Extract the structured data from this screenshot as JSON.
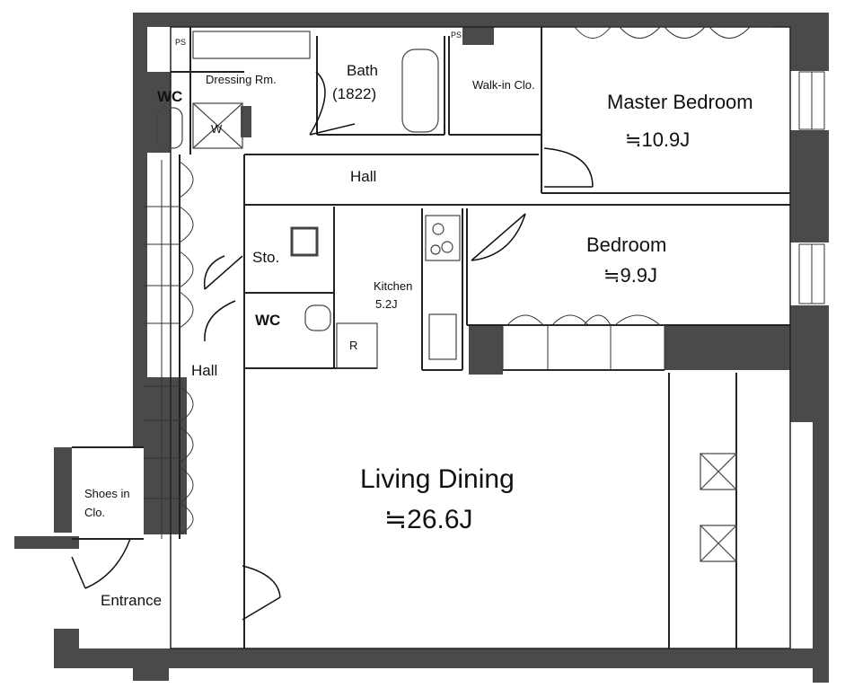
{
  "rooms": {
    "master_bedroom": {
      "name": "Master Bedroom",
      "area": "≒10.9J"
    },
    "bedroom": {
      "name": "Bedroom",
      "area": "≒9.9J"
    },
    "living_dining": {
      "name": "Living Dining",
      "area": "≒26.6J"
    },
    "kitchen": {
      "name": "Kitchen",
      "area": "5.2J"
    },
    "bath": {
      "name": "Bath",
      "size": "(1822)"
    },
    "dressing": {
      "name": "Dressing Rm."
    },
    "walk_in": {
      "name": "Walk-in Clo."
    },
    "wc_top": {
      "name": "WC"
    },
    "wc_mid": {
      "name": "WC"
    },
    "washer": {
      "name": "W"
    },
    "storage": {
      "name": "Sto."
    },
    "fridge": {
      "name": "R"
    },
    "hall_top": {
      "name": "Hall"
    },
    "hall_left": {
      "name": "Hall"
    },
    "shoes": {
      "name": "Shoes in",
      "name2": "Clo."
    },
    "entrance": {
      "name": "Entrance"
    },
    "ps1": {
      "name": "PS"
    },
    "ps2": {
      "name": "PS"
    }
  },
  "colors": {
    "wall": "#4a4a4a",
    "line": "#222222",
    "paper": "#ffffff"
  }
}
